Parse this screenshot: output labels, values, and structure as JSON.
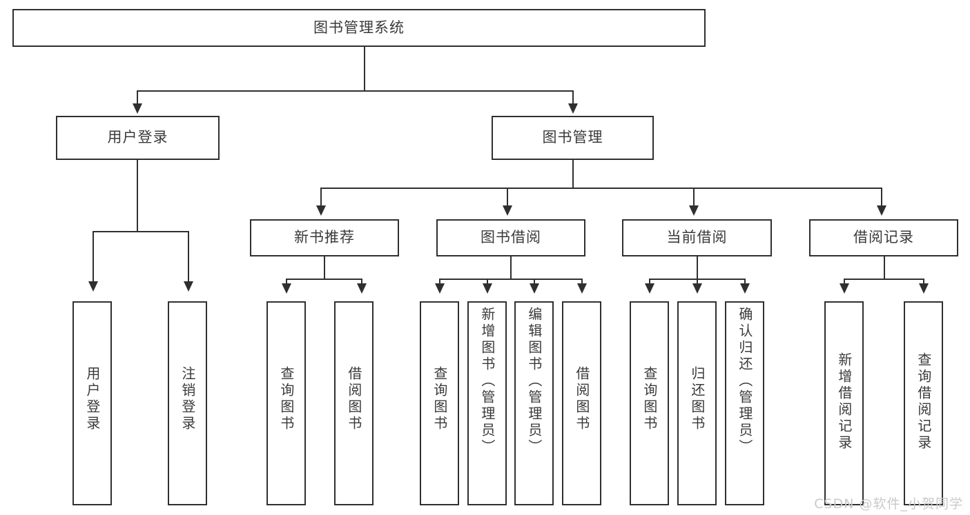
{
  "diagram": {
    "title": "图书管理系统",
    "type": "hierarchy-tree",
    "levels": 4,
    "root": {
      "label": "图书管理系统"
    },
    "level2": [
      {
        "label": "用户登录"
      },
      {
        "label": "图书管理"
      }
    ],
    "level3": [
      {
        "label": "新书推荐"
      },
      {
        "label": "图书借阅"
      },
      {
        "label": "当前借阅"
      },
      {
        "label": "借阅记录"
      }
    ],
    "leaves": [
      {
        "label": "用户登录"
      },
      {
        "label": "注销登录"
      },
      {
        "label": "查询图书"
      },
      {
        "label": "借阅图书"
      },
      {
        "label": "查询图书"
      },
      {
        "label": "新增图书（管理员）"
      },
      {
        "label": "编辑图书（管理员）"
      },
      {
        "label": "借阅图书"
      },
      {
        "label": "查询图书"
      },
      {
        "label": "归还图书"
      },
      {
        "label": "确认归还（管理员）"
      },
      {
        "label": "新增借阅记录"
      },
      {
        "label": "查询借阅记录"
      }
    ]
  },
  "watermark": {
    "text": "CSDN @软件_小贺同学"
  },
  "colors": {
    "stroke": "#2f2f2f",
    "text": "#3a3a3a",
    "background": "#ffffff",
    "watermark": "#c9c9c9"
  }
}
